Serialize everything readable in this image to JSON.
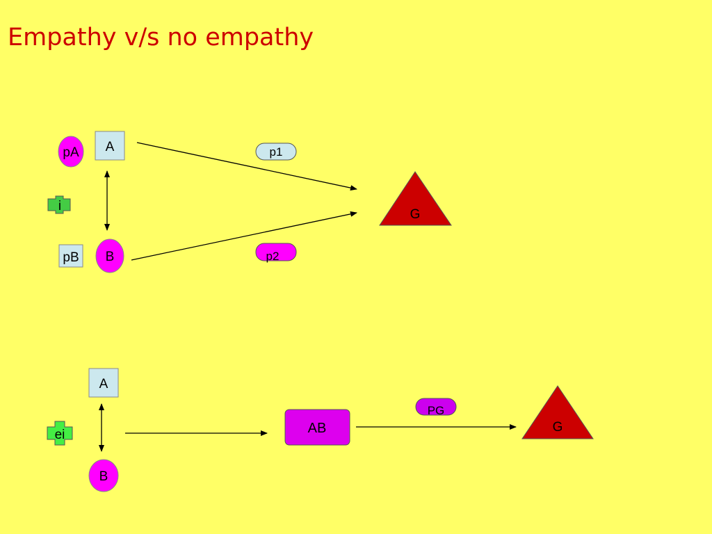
{
  "title": "Empathy v/s no empathy",
  "top": {
    "pA": "pA",
    "A": "A",
    "i": "i",
    "pB": "pB",
    "B": "B",
    "p1": "p1",
    "p2": "p2",
    "G": "G"
  },
  "bottom": {
    "A": "A",
    "ei": "ei",
    "B": "B",
    "AB": "AB",
    "PG": "PG",
    "G": "G"
  },
  "colors": {
    "background": "#ffff66",
    "title": "#cc0000",
    "box": "#cce8ee",
    "magenta": "#ff00ff",
    "triangle": "#cc0000",
    "green": "#44cc44"
  }
}
